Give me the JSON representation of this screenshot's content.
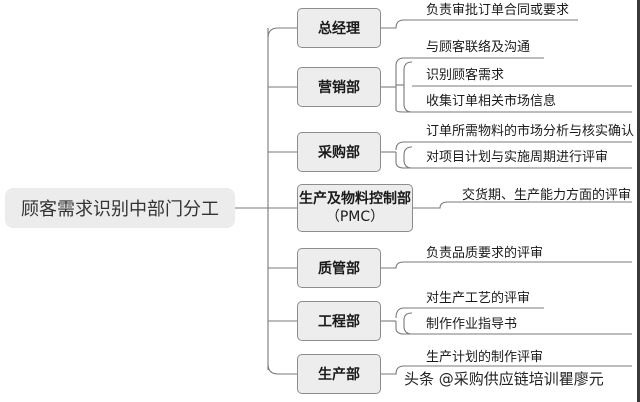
{
  "root": {
    "label": "顾客需求识别中部门分工"
  },
  "departments": [
    {
      "label": "总经理",
      "items": [
        "负责审批订单合同或要求"
      ]
    },
    {
      "label": "营销部",
      "items": [
        "与顾客联络及沟通",
        "识别顾客需求",
        "收集订单相关市场信息"
      ]
    },
    {
      "label": "采购部",
      "items": [
        "订单所需物料的市场分析与核实确认",
        "对项目计划与实施周期进行评审"
      ]
    },
    {
      "label": "生产及物料控制部",
      "sub": "（PMC）",
      "items": [
        "交货期、生产能力方面的评审"
      ]
    },
    {
      "label": "质管部",
      "items": [
        "负责品质要求的评审"
      ]
    },
    {
      "label": "工程部",
      "items": [
        "对生产工艺的评审",
        "制作作业指导书"
      ]
    },
    {
      "label": "生产部",
      "items": [
        "生产计划的制作评审"
      ]
    }
  ],
  "watermark": {
    "text": "头条 @采购供应链培训瞿廖元"
  },
  "colors": {
    "line": "#7a7a7a",
    "node_fill": "#ededed",
    "root_fill": "#ececec"
  }
}
